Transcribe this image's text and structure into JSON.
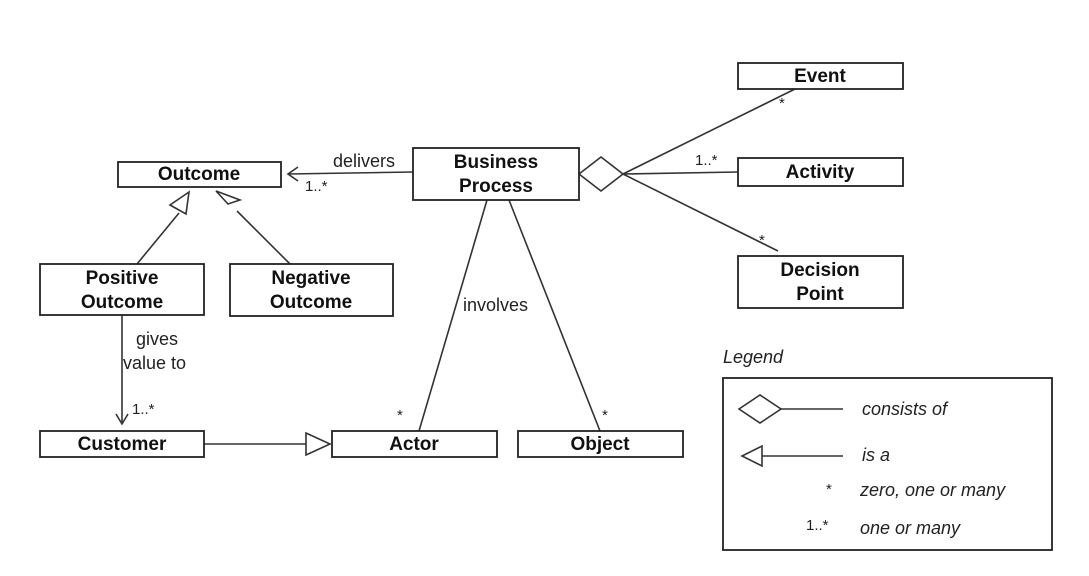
{
  "nodes": {
    "event": "Event",
    "activity": "Activity",
    "decision_point": [
      "Decision",
      "Point"
    ],
    "business_process": [
      "Business",
      "Process"
    ],
    "outcome": "Outcome",
    "positive_outcome": [
      "Positive",
      "Outcome"
    ],
    "negative_outcome": [
      "Negative",
      "Outcome"
    ],
    "customer": "Customer",
    "actor": "Actor",
    "object": "Object"
  },
  "edge_labels": {
    "delivers": "delivers",
    "involves": "involves",
    "gives_value_to": [
      "gives",
      "value to"
    ]
  },
  "multiplicities": {
    "event": "*",
    "activity": "1..*",
    "decision_point": "*",
    "outcome": "1..*",
    "customer": "1..*",
    "actor": "*",
    "object": "*"
  },
  "legend": {
    "title": "Legend",
    "consists_of": "consists of",
    "is_a": "is a",
    "zero_symbol": "*",
    "zero_one_many": "zero, one or many",
    "one_symbol": "1..*",
    "one_or_many": "one or many"
  }
}
